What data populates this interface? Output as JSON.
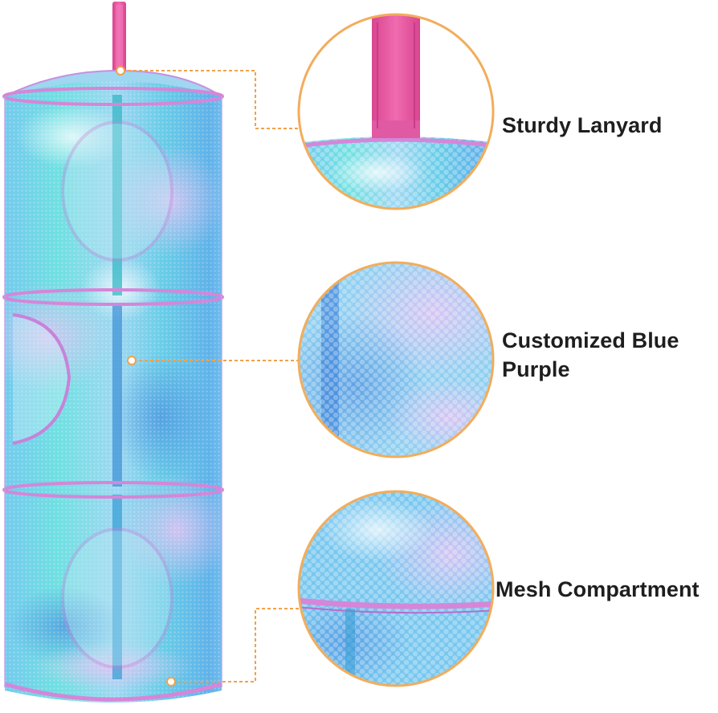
{
  "image": {
    "alt": "Three-tier hanging mesh storage organizer with zoomed detail callouts",
    "colors": {
      "mesh_teal": "#6fd3e6",
      "mesh_blue": "#5aaee8",
      "mesh_purple": "#c9a6ee",
      "rim_pink": "#d88bd6",
      "strap_pink": "#ec5aa4",
      "leader_orange": "#f0a24a",
      "zoom_border": "#f2ad5b",
      "label_text": "#1e1e1e"
    }
  },
  "callouts": [
    {
      "id": "lanyard",
      "lines": [
        "Sturdy Lanyard"
      ]
    },
    {
      "id": "color",
      "lines": [
        "Customized Blue",
        "Purple"
      ]
    },
    {
      "id": "mesh",
      "lines": [
        "Mesh Compartment"
      ]
    }
  ]
}
